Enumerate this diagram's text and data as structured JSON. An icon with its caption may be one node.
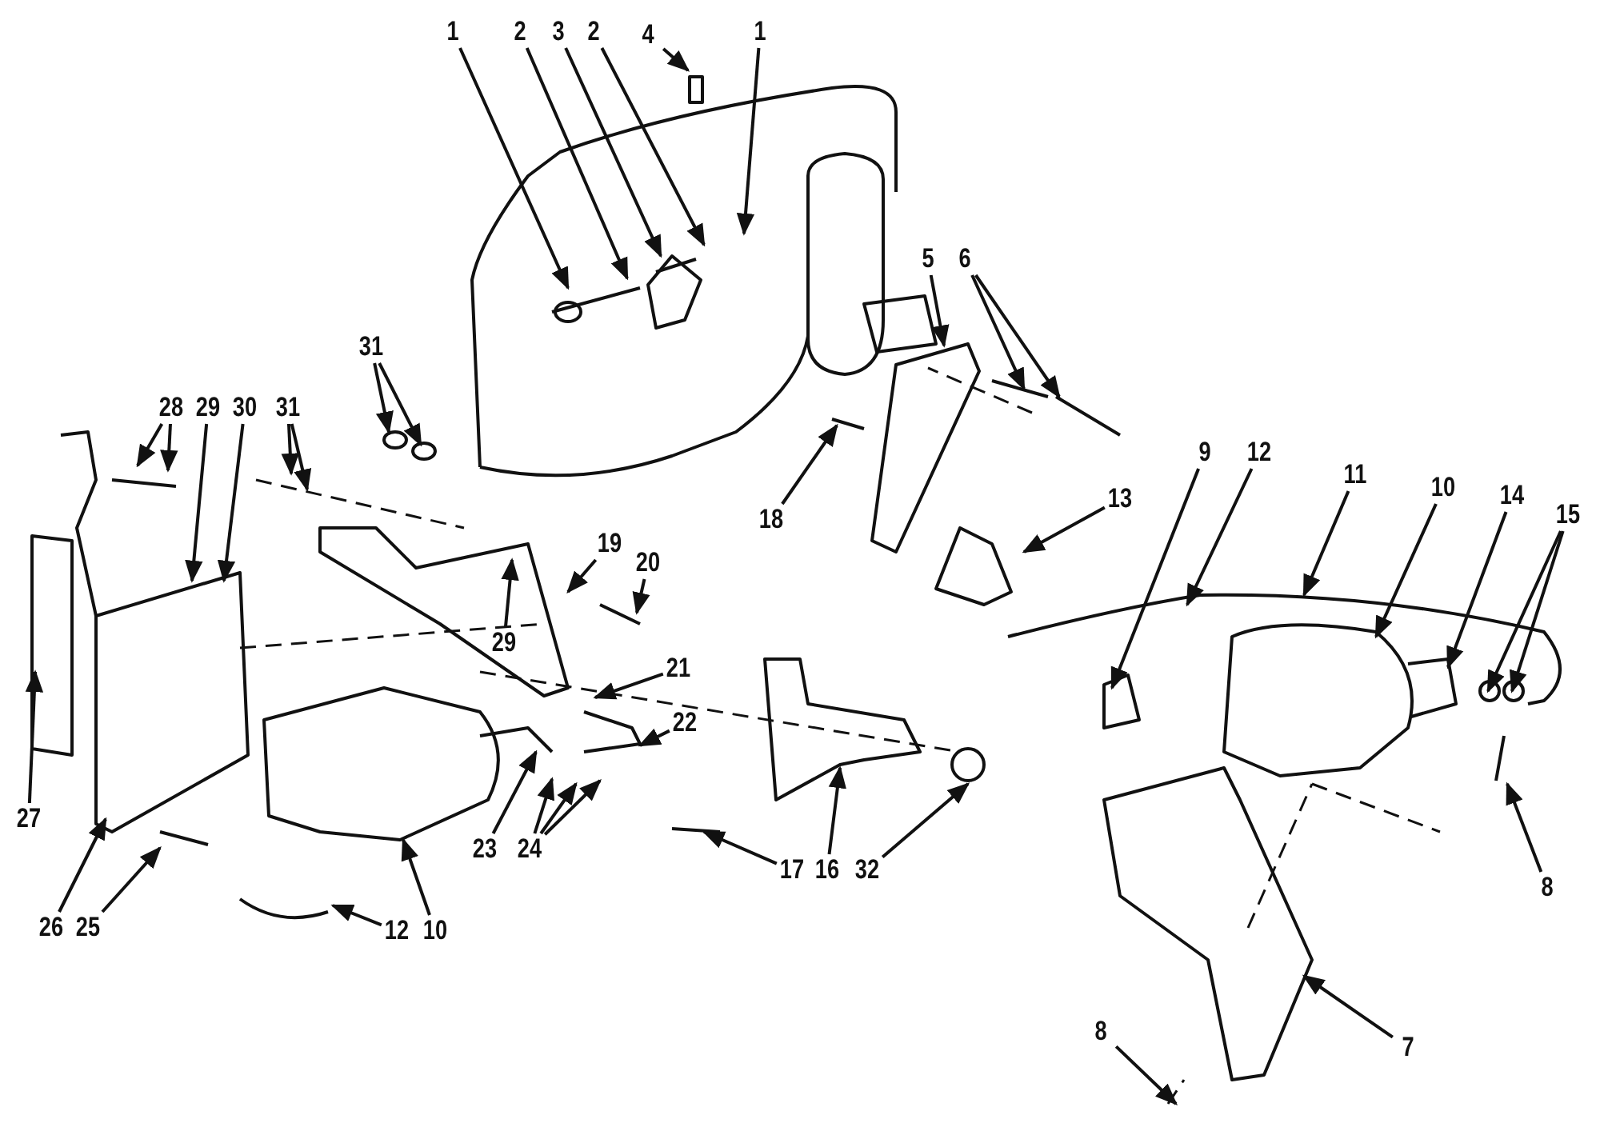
{
  "diagram": {
    "nodes": [
      {
        "text": [
          "1"
        ]
      },
      {
        "text": [
          "2"
        ]
      },
      {
        "text": [
          "3"
        ]
      },
      {
        "text": [
          "2"
        ]
      },
      {
        "text": [
          "4"
        ]
      },
      {
        "text": [
          "1"
        ]
      },
      {
        "text": [
          "31"
        ]
      },
      {
        "text": [
          "28"
        ]
      },
      {
        "text": [
          "29"
        ]
      },
      {
        "text": [
          "30"
        ]
      },
      {
        "text": [
          "31"
        ]
      },
      {
        "text": [
          "18"
        ]
      },
      {
        "text": [
          "5"
        ]
      },
      {
        "text": [
          "6"
        ]
      },
      {
        "text": [
          "19"
        ]
      },
      {
        "text": [
          "20"
        ]
      },
      {
        "text": [
          "29"
        ]
      },
      {
        "text": [
          "21"
        ]
      },
      {
        "text": [
          "22"
        ]
      },
      {
        "text": [
          "23"
        ]
      },
      {
        "text": [
          "24"
        ]
      },
      {
        "text": [
          "27"
        ]
      },
      {
        "text": [
          "26"
        ]
      },
      {
        "text": [
          "25"
        ]
      },
      {
        "text": [
          "12"
        ]
      },
      {
        "text": [
          "10"
        ]
      },
      {
        "text": [
          "17"
        ]
      },
      {
        "text": [
          "16"
        ]
      },
      {
        "text": [
          "32"
        ]
      },
      {
        "text": [
          "9"
        ]
      },
      {
        "text": [
          "12"
        ]
      },
      {
        "text": [
          "11"
        ]
      },
      {
        "text": [
          "10"
        ]
      },
      {
        "text": [
          "14"
        ]
      },
      {
        "text": [
          "15"
        ]
      },
      {
        "text": [
          "13"
        ]
      },
      {
        "text": [
          "8"
        ]
      },
      {
        "text": [
          "7"
        ]
      },
      {
        "text": [
          "8"
        ]
      }
    ],
    "edges": [
      {
        "from": 0,
        "to": null,
        "arrow": "to"
      },
      {
        "from": 1,
        "to": null,
        "arrow": "to"
      },
      {
        "from": 2,
        "to": null,
        "arrow": "to"
      },
      {
        "from": 3,
        "to": null,
        "arrow": "to"
      },
      {
        "from": 4,
        "to": null,
        "arrow": "to"
      },
      {
        "from": 5,
        "to": null,
        "arrow": "to"
      },
      {
        "from": 6,
        "to": null,
        "arrow": "to"
      },
      {
        "from": 6,
        "to": null,
        "arrow": "to"
      },
      {
        "from": 7,
        "to": null,
        "arrow": "to"
      },
      {
        "from": 7,
        "to": null,
        "arrow": "to"
      },
      {
        "from": 8,
        "to": null,
        "arrow": "to"
      },
      {
        "from": 9,
        "to": null,
        "arrow": "to"
      },
      {
        "from": 10,
        "to": null,
        "arrow": "to"
      },
      {
        "from": 10,
        "to": null,
        "arrow": "to"
      },
      {
        "from": 11,
        "to": null,
        "arrow": "to"
      },
      {
        "from": 12,
        "to": null,
        "arrow": "to"
      },
      {
        "from": 13,
        "to": null,
        "arrow": "to"
      },
      {
        "from": 13,
        "to": null,
        "arrow": "to"
      },
      {
        "from": 14,
        "to": null,
        "arrow": "to"
      },
      {
        "from": 15,
        "to": null,
        "arrow": "to"
      },
      {
        "from": 16,
        "to": null,
        "arrow": "to"
      },
      {
        "from": 17,
        "to": null,
        "arrow": "to"
      },
      {
        "from": 18,
        "to": null,
        "arrow": "to"
      },
      {
        "from": 19,
        "to": null,
        "arrow": "to"
      },
      {
        "from": 20,
        "to": null,
        "arrow": "to"
      },
      {
        "from": 20,
        "to": null,
        "arrow": "to"
      },
      {
        "from": 20,
        "to": null,
        "arrow": "to"
      },
      {
        "from": 21,
        "to": null,
        "arrow": "to"
      },
      {
        "from": 22,
        "to": null,
        "arrow": "to"
      },
      {
        "from": 23,
        "to": null,
        "arrow": "to"
      },
      {
        "from": 24,
        "to": null,
        "arrow": "to"
      },
      {
        "from": 25,
        "to": null,
        "arrow": "to"
      },
      {
        "from": 26,
        "to": null,
        "arrow": "to"
      },
      {
        "from": 27,
        "to": null,
        "arrow": "to"
      },
      {
        "from": 28,
        "to": null,
        "arrow": "to"
      },
      {
        "from": 29,
        "to": null,
        "arrow": "to"
      },
      {
        "from": 30,
        "to": null,
        "arrow": "to"
      },
      {
        "from": 31,
        "to": null,
        "arrow": "to"
      },
      {
        "from": 32,
        "to": null,
        "arrow": "to"
      },
      {
        "from": 33,
        "to": null,
        "arrow": "to"
      },
      {
        "from": 34,
        "to": null,
        "arrow": "to"
      },
      {
        "from": 34,
        "to": null,
        "arrow": "to"
      },
      {
        "from": 35,
        "to": null,
        "arrow": "to"
      },
      {
        "from": 36,
        "to": null,
        "arrow": "to"
      },
      {
        "from": 37,
        "to": null,
        "arrow": "to"
      },
      {
        "from": 38,
        "to": null,
        "arrow": "to"
      }
    ]
  }
}
